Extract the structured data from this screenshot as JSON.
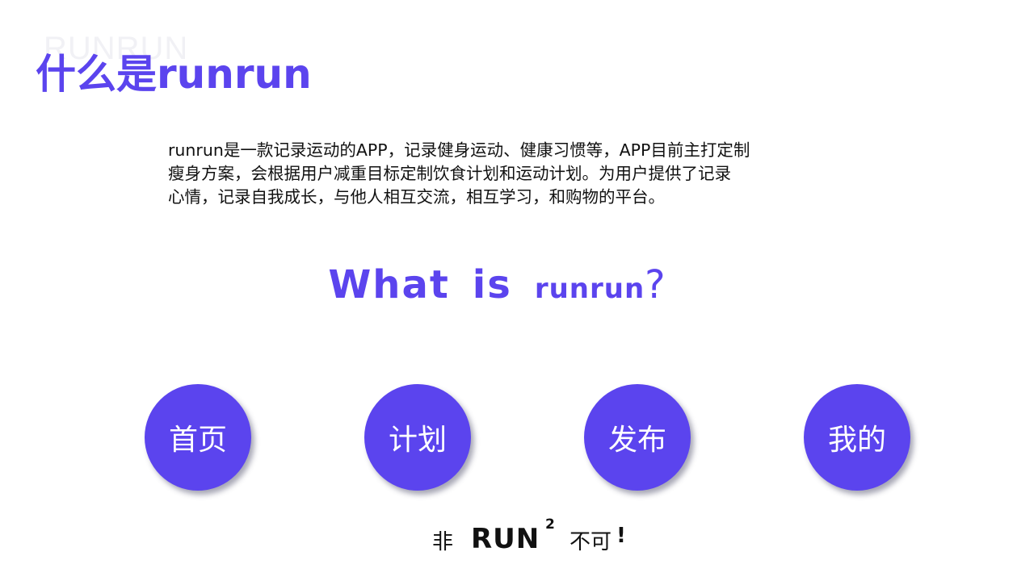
{
  "watermark": "RUNRUN",
  "title": "什么是runrun",
  "description": {
    "lines": [
      "runrun是一款记录运动的APP，记录健身运动、健康习惯等，APP目前主打定制",
      "瘦身方案，会根据用户减重目标定制饮食计划和运动计划。为用户提供了记录",
      "心情，记录自我成长，与他人相互交流，相互学习，和购物的平台。"
    ]
  },
  "subtitle": {
    "what": "What",
    "is": "is",
    "name": "runrun",
    "qmark": "?"
  },
  "nav": {
    "items": [
      {
        "label": "首页"
      },
      {
        "label": "计划"
      },
      {
        "label": "发布"
      },
      {
        "label": "我的"
      }
    ]
  },
  "slogan": {
    "pre": "非",
    "run": "RUN",
    "sup": "2",
    "post": "不可",
    "bang": "!"
  },
  "colors": {
    "accent": "#5b44ee",
    "text": "#111111",
    "background": "#ffffff"
  }
}
